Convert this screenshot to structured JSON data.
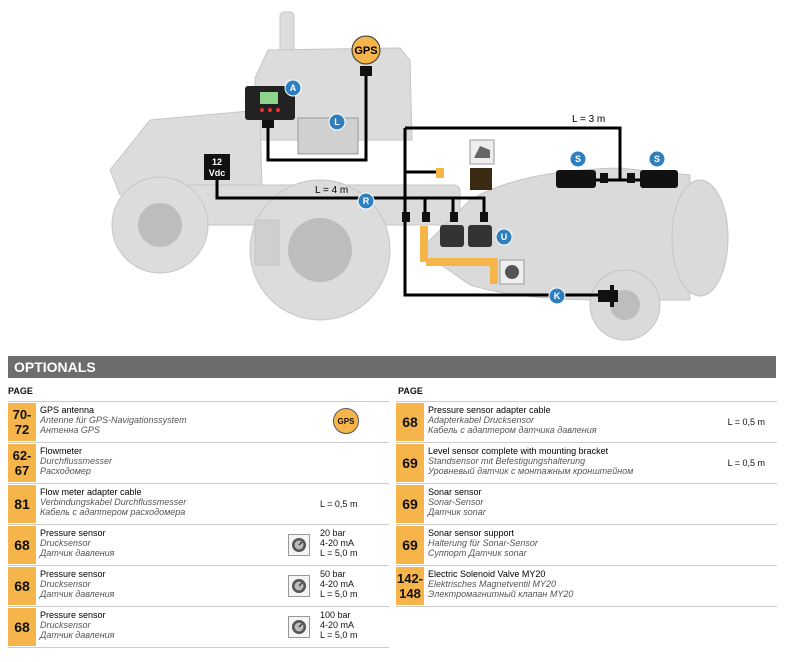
{
  "diagram": {
    "gps_label": "GPS",
    "power_label_1": "12",
    "power_label_2": "Vdc",
    "cable_l4": "L = 4 m",
    "cable_l3": "L = 3 m",
    "markers": {
      "A": "A",
      "L": "L",
      "R": "R",
      "S1": "S",
      "S2": "S",
      "U": "U",
      "K": "K"
    }
  },
  "optionals": {
    "title": "OPTIONALS",
    "page_header_left": "PAGE",
    "page_header_right": "PAGE",
    "left": [
      {
        "page": "70-\n72",
        "en": "GPS antenna",
        "de": "Antenne für GPS-Navigationssystem",
        "ru": "Антенна GPS",
        "icon": "gps-badge",
        "icon_label": "GPS"
      },
      {
        "page": "62-\n67",
        "en": "Flowmeter",
        "de": "Durchflussmesser",
        "ru": "Расходомер"
      },
      {
        "page": "81",
        "en": "Flow meter adapter cable",
        "de": "Verbindungskabel Durchflussmesser",
        "ru": "Кабель с адаптером расходомера",
        "spec": "L = 0,5 m"
      },
      {
        "page": "68",
        "en": "Pressure sensor",
        "de": "Drucksensor",
        "ru": "Датчик давления",
        "icon": "gauge-icon",
        "spec_lines": [
          "20 bar",
          "4-20 mA",
          "L = 5,0 m"
        ]
      },
      {
        "page": "68",
        "en": "Pressure sensor",
        "de": "Drucksensor",
        "ru": "Датчик давления",
        "icon": "gauge-icon",
        "spec_lines": [
          "50 bar",
          "4-20 mA",
          "L = 5,0 m"
        ]
      },
      {
        "page": "68",
        "en": "Pressure sensor",
        "de": "Drucksensor",
        "ru": "Датчик давления",
        "icon": "gauge-icon",
        "spec_lines": [
          "100 bar",
          "4-20 mA",
          "L = 5,0 m"
        ]
      }
    ],
    "right": [
      {
        "page": "68",
        "en": "Pressure sensor adapter cable",
        "de": "Adapterkabel Drucksensor",
        "ru": "Кабель с адаптером датчика давления",
        "spec": "L = 0,5 m"
      },
      {
        "page": "69",
        "en": "Level sensor complete with mounting bracket",
        "de": "Standsensor mit Befestigungshalterung",
        "ru": "Уровневый датчик с монтажным кронштейном",
        "spec": "L = 0,5 m"
      },
      {
        "page": "69",
        "en": "Sonar sensor",
        "de": "Sonar-Sensor",
        "ru": "Датчик sonar"
      },
      {
        "page": "69",
        "en": "Sonar sensor support",
        "de": "Halterung für Sonar-Sensor",
        "ru": "Суппорт Датчик sonar"
      },
      {
        "page": "142-\n148",
        "en": "Electric Solenoid Valve MY20",
        "de": "Elektrisches Magnetventil MY20",
        "ru": "Электромагнитный клапан MY20"
      }
    ]
  },
  "colors": {
    "accent": "#f5b54a",
    "marker": "#2f7fbf",
    "header_bar": "#6d6d6d"
  }
}
